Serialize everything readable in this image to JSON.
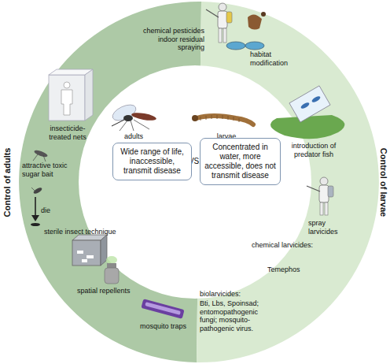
{
  "diagram": {
    "nodes": [
      {
        "text": [
          "Wide range of life, inaccessible, transmit disease"
        ]
      },
      {
        "text": [
          "Concentrated in water, more accessible, does not transmit disease"
        ]
      }
    ],
    "labels": [
      "Control of adults",
      "chemical pesticides indoor residual spraying",
      "insecticide-treated nets",
      "attractive toxic sugar bait",
      "die",
      "sterile insect technique",
      "spatial repellents",
      "mosquito traps",
      "adults",
      "Control of larvae",
      "habitat modification",
      "introduction of predator fish",
      "larvae",
      "VS.",
      "spray larvicides",
      "chemical larvicides:",
      "Temephos",
      "biolarvicides:",
      "Bti, Lbs, Spoinsad; entomopathogenic fungi; mosquito-pathogenic virus."
    ]
  }
}
